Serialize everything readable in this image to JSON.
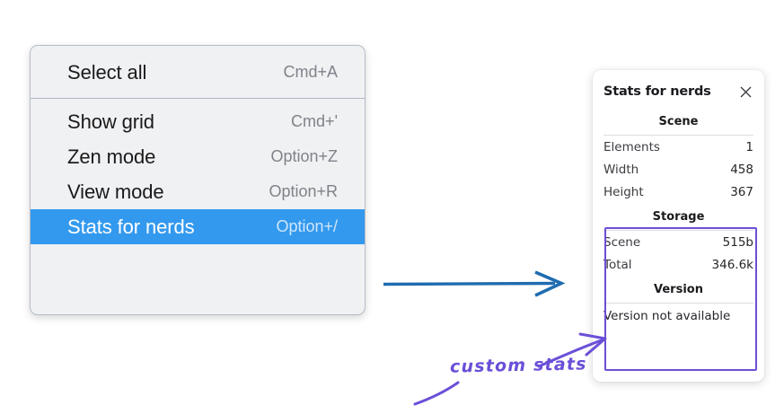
{
  "context_menu": {
    "groups": [
      {
        "items": [
          {
            "label": "Select all",
            "shortcut": "Cmd+A",
            "selected": false
          }
        ]
      },
      {
        "items": [
          {
            "label": "Show grid",
            "shortcut": "Cmd+'",
            "selected": false
          },
          {
            "label": "Zen mode",
            "shortcut": "Option+Z",
            "selected": false
          },
          {
            "label": "View mode",
            "shortcut": "Option+R",
            "selected": false
          },
          {
            "label": "Stats for nerds",
            "shortcut": "Option+/",
            "selected": true
          }
        ]
      }
    ],
    "highlight_color": "#3399ee"
  },
  "stats_panel": {
    "title": "Stats for nerds",
    "close_icon": "close-icon",
    "sections": [
      {
        "name": "Scene",
        "rows": [
          {
            "key": "Elements",
            "value": "1"
          },
          {
            "key": "Width",
            "value": "458"
          },
          {
            "key": "Height",
            "value": "367"
          }
        ]
      },
      {
        "name": "Storage",
        "rows": [
          {
            "key": "Scene",
            "value": "515b"
          },
          {
            "key": "Total",
            "value": "346.6k"
          }
        ]
      },
      {
        "name": "Version",
        "note": "Version not available"
      }
    ]
  },
  "annotations": {
    "custom_stats_label": "custom stats",
    "purple_color": "#6b4fd8",
    "blue_arrow_color": "#1f6cb0"
  }
}
